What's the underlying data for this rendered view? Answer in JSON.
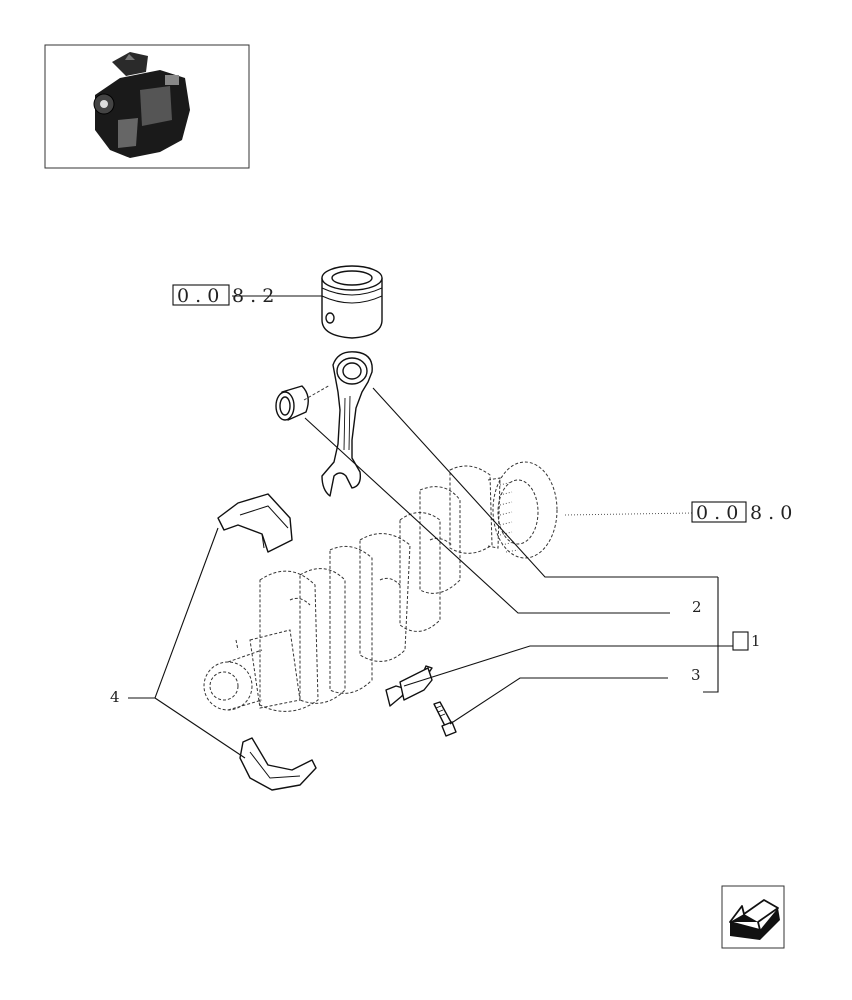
{
  "references": {
    "piston_ref": {
      "boxed": "0 . 0",
      "rest": "8 . 2"
    },
    "crankshaft_ref": {
      "boxed": "0 . 0",
      "rest": "8 . 0"
    }
  },
  "callouts": {
    "item1": "1",
    "item2": "2",
    "item3": "3",
    "item4": "4"
  },
  "icons": {
    "thumbnail": "engine-thumbnail-icon",
    "navigation": "previous-page-arrow-icon"
  }
}
